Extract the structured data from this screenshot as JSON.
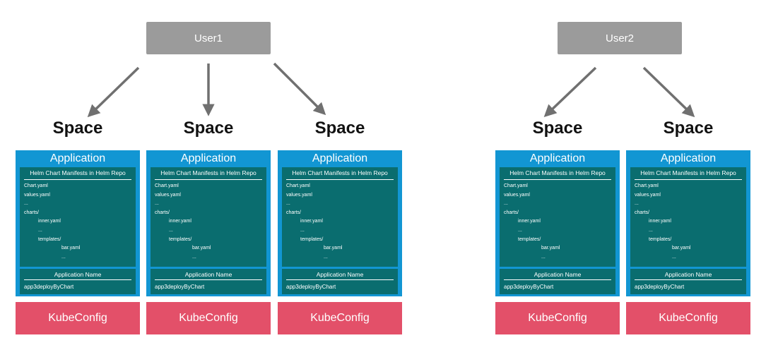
{
  "users": [
    {
      "label": "User1"
    },
    {
      "label": "User2"
    }
  ],
  "space_label": "Space",
  "app_title": "Application",
  "helm_title": "Helm Chart Manifests in Helm Repo",
  "files": [
    {
      "text": "Chart.yaml",
      "indent": 0
    },
    {
      "text": "values.yaml",
      "indent": 0
    },
    {
      "text": "...",
      "indent": 0
    },
    {
      "text": "charts/",
      "indent": 0
    },
    {
      "text": "inner.yaml",
      "indent": 1
    },
    {
      "text": "...",
      "indent": 1
    },
    {
      "text": "templates/",
      "indent": 1
    },
    {
      "text": "bar.yaml",
      "indent": 2
    },
    {
      "text": "...",
      "indent": 2
    }
  ],
  "app_name_title": "Application Name",
  "app_name_value": "app3deployByChart",
  "kubeconfig_label": "KubeConfig",
  "colors": {
    "user_box": "#9b9b9b",
    "arrow": "#707070",
    "application": "#1296d3",
    "helm_panel": "#0a6d6f",
    "kubeconfig": "#e35069"
  }
}
